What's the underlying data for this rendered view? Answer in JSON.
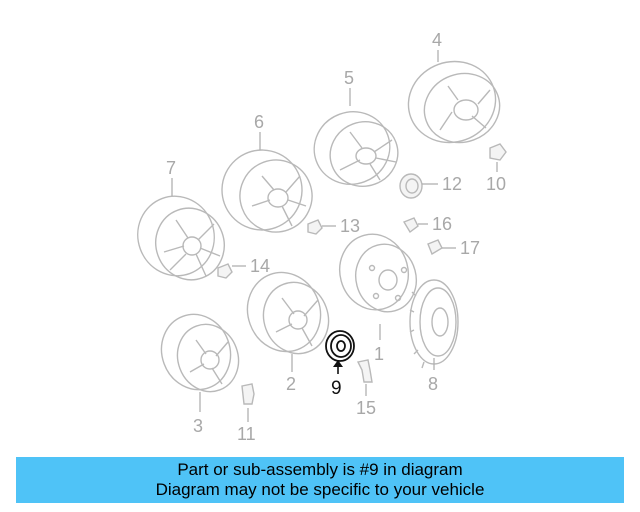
{
  "diagram": {
    "highlighted_part": "9",
    "callouts": {
      "p1": "1",
      "p2": "2",
      "p3": "3",
      "p4": "4",
      "p5": "5",
      "p6": "6",
      "p7": "7",
      "p8": "8",
      "p9": "9",
      "p10": "10",
      "p11": "11",
      "p12": "12",
      "p13": "13",
      "p14": "14",
      "p15": "15",
      "p16": "16",
      "p17": "17"
    },
    "colors": {
      "highlight": "#111111",
      "parts": "#b9b9b9",
      "banner": "#4fc3f7"
    }
  },
  "banner": {
    "line1": "Part or sub-assembly is #9 in diagram",
    "line2": "Diagram may not be specific to your vehicle"
  }
}
